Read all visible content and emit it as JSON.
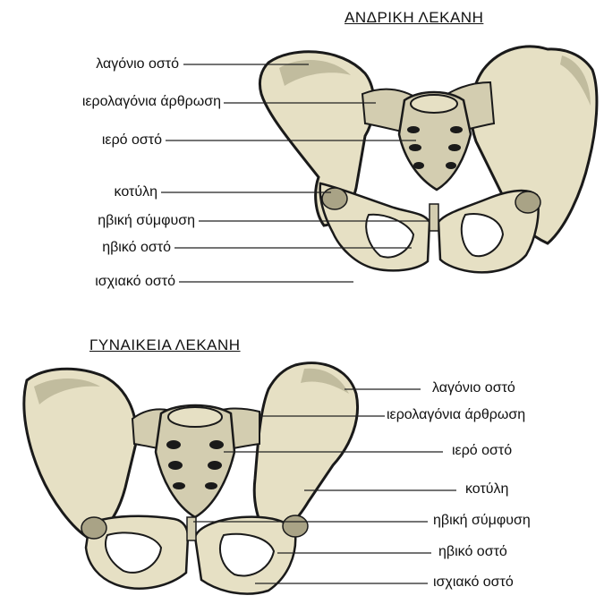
{
  "male": {
    "title": "ΑΝΔΡΙΚΗ ΛΕΚΑΝΗ",
    "labels": [
      "λαγόνιο οστό",
      "ιερολαγόνια άρθρωση",
      "ιερό οστό",
      "κοτύλη",
      "ηβική σύμφυση",
      "ηβικό οστό",
      "ισχιακό οστό"
    ]
  },
  "female": {
    "title": "ΓΥΝΑΙΚΕΙΑ ΛΕΚΑΝΗ",
    "labels": [
      "λαγόνιο οστό",
      "ιερολαγόνια άρθρωση",
      "ιερό οστό",
      "κοτύλη",
      "ηβική σύμφυση",
      "ηβικό οστό",
      "ισχιακό οστό"
    ]
  },
  "colors": {
    "bone": "#e6e0c4",
    "bone_shade": "#a9a386",
    "outline": "#1a1a1a",
    "sacrum": "#d3cdb0"
  }
}
